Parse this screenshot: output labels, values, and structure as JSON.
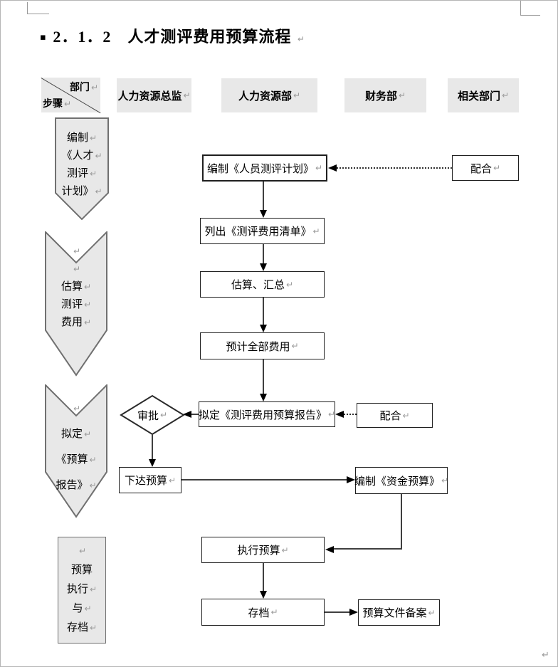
{
  "page": {
    "title_bullet": "▪",
    "title": "2．1．2　人才测评费用预算流程",
    "pilcrow": "↵"
  },
  "header": {
    "corner": {
      "top": "部门",
      "bottom": "步骤"
    },
    "columns": [
      {
        "label": "人力资源总监"
      },
      {
        "label": "人力资源部"
      },
      {
        "label": "财务部"
      },
      {
        "label": "相关部门"
      }
    ]
  },
  "steps": [
    {
      "shape": "pentagon-down",
      "lines": [
        "编制",
        "《人才",
        "测评",
        "计划》"
      ]
    },
    {
      "shape": "chevron-down",
      "lines": [
        "",
        "",
        "估算",
        "测评",
        "费用"
      ]
    },
    {
      "shape": "chevron-down",
      "lines": [
        "",
        "拟定",
        "《预算",
        "报告》"
      ]
    },
    {
      "shape": "rectangle",
      "lines": [
        "",
        "预算",
        "执行",
        "与",
        "存档"
      ]
    }
  ],
  "flow": {
    "plan": "编制《人员测评计划》",
    "cooperate_top": "配合",
    "list": "列出《测评费用清单》",
    "estimate": "估算、汇总",
    "forecast": "预计全部费用",
    "draft": "拟定《测评费用预算报告》",
    "approve": "审批",
    "cooperate_mid": "配合",
    "issue": "下达预算",
    "fund": "编制《资金预算》",
    "execute": "执行预算",
    "archive": "存档",
    "record": "预算文件备案"
  },
  "colors": {
    "shape_fill": "#e8e8e8",
    "shape_border": "#707070",
    "box_border": "#1f1f1f",
    "line": "#3f3f3f",
    "pilcrow": "#9a9a9a"
  }
}
